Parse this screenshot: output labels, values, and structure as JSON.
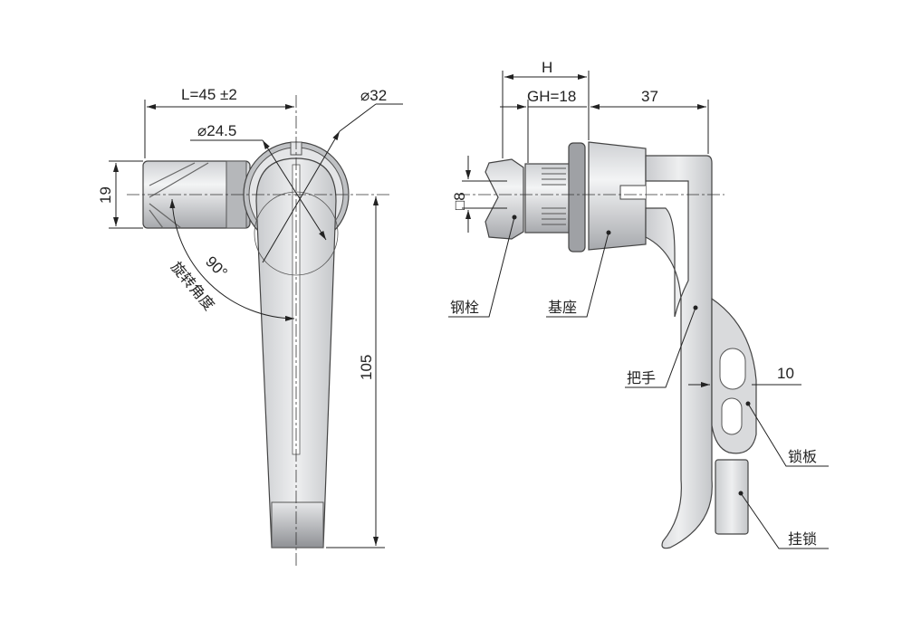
{
  "front_view": {
    "length_dim": "L=45 ±2",
    "outer_diameter": "⌀32",
    "inner_diameter": "⌀24.5",
    "height_dim": "19",
    "rotation_angle": "90°",
    "rotation_label": "旋转角度",
    "handle_length": "105"
  },
  "side_view": {
    "h_dim": "H",
    "gh_dim": "GH=18",
    "arm_dim": "37",
    "square_dim": "□8",
    "offset_dim": "10",
    "callouts": {
      "bolt": "钢栓",
      "base": "基座",
      "handle": "把手",
      "lock_plate": "锁板",
      "padlock": "挂锁"
    }
  },
  "colors": {
    "part_fill": "#e6e7e9",
    "part_dark": "#9a9ca0",
    "line": "#222222"
  }
}
